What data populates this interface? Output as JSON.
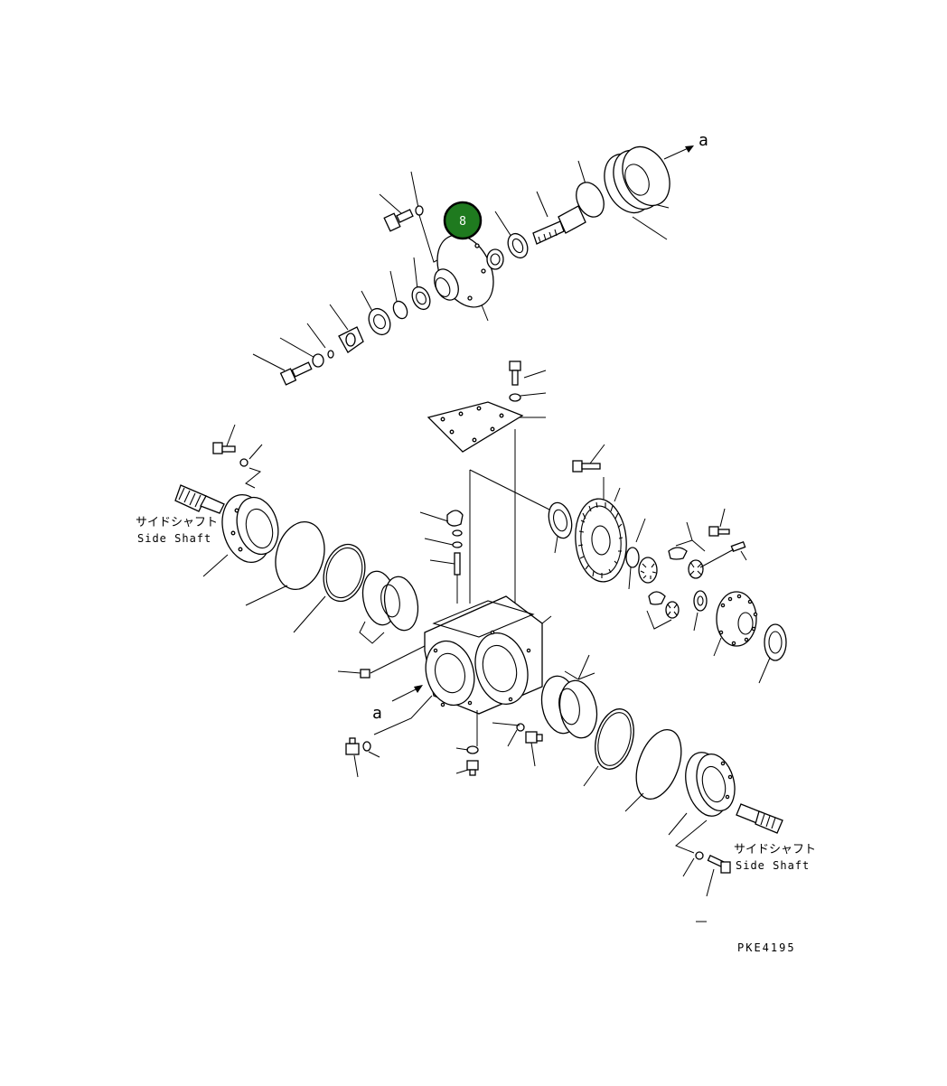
{
  "labels": {
    "arrow_top": "a",
    "arrow_mid": "a",
    "side_shaft_jp": "サイドシャフト",
    "side_shaft_en": "Side Shaft",
    "drawing_code": "PKE4195"
  },
  "callout": {
    "number": "8",
    "color": "#1f7a1f",
    "border": "#000000",
    "text_color": "#ffffff"
  }
}
